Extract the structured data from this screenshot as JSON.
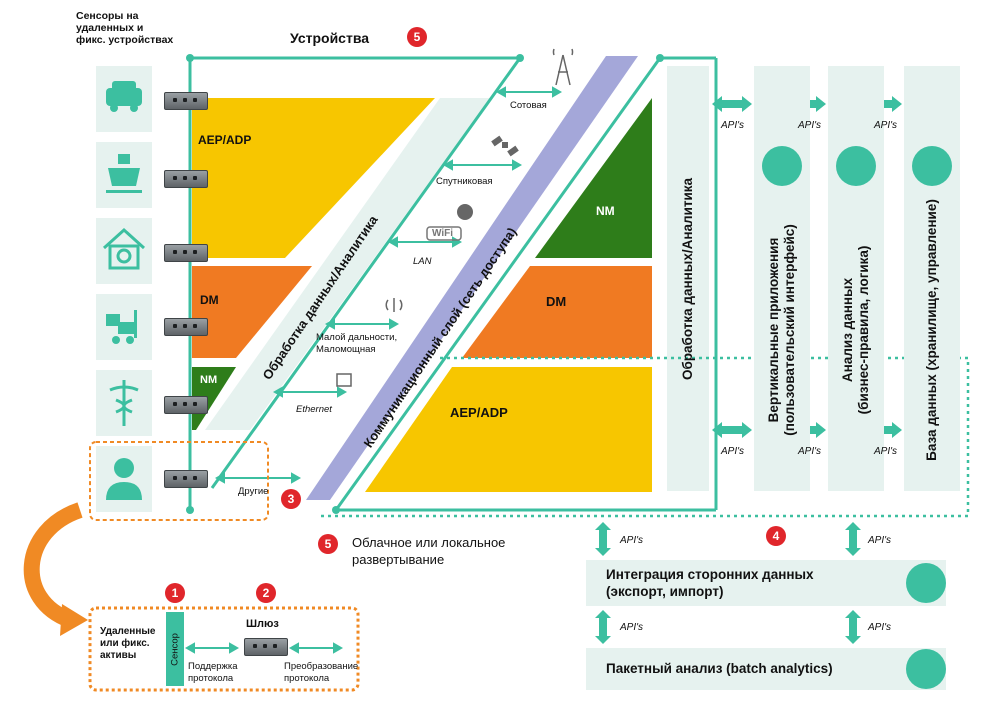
{
  "header": {
    "sensors_title": "Сенсоры на\nудаленных и\nфикс. устройствах",
    "devices_title": "Устройства",
    "devices_badge": "5"
  },
  "device_icons": [
    "car-icon",
    "ship-icon",
    "home-gear-icon",
    "forklift-icon",
    "medical-caduceus-icon",
    "person-icon"
  ],
  "edge": {
    "aep_label": "AEP/ADP",
    "dm_label": "DM",
    "nm_label": "NM",
    "processing_label": "Обработка данных/Аналитика"
  },
  "comm": {
    "layer_label": "Коммуникационный слой (сеть доступа)",
    "cellular": "Сотовая",
    "satellite": "Спутниковая",
    "wifi": "WiFi",
    "lan": "LAN",
    "low_range": "Малой дальности,\nМаломощная",
    "ethernet": "Ethernet",
    "other": "Другие",
    "other_badge": "3"
  },
  "cloud": {
    "nm_label": "NM",
    "dm_label": "DM",
    "aep_label": "AEP/ADP",
    "processing_label": "Обработка данных/Аналитика",
    "vertical_apps": "Вертикальные приложения\n(пользовательский интерфейс)",
    "analytics": "Анализ данных\n(бизнес-правила, логика)",
    "database": "База данных (хранилище, управление)",
    "api_label": "API's",
    "deploy_badge": "5",
    "deploy_text": "Облачное или локальное\nразвертывание",
    "cloud_badge": "4"
  },
  "integration": {
    "third_party": "Интеграция сторонних данных\n(экспорт, импорт)",
    "batch": "Пакетный анализ (batch analytics)"
  },
  "zoom": {
    "badge1": "1",
    "badge2": "2",
    "assets": "Удаленные\nили фикс.\nактивы",
    "sensor": "Сенсор",
    "gateway": "Шлюз",
    "protocol_support": "Поддержка\nпротокола",
    "protocol_conversion": "Преобразование\nпротокола"
  },
  "colors": {
    "teal": "#3cbfa0",
    "light_teal": "#e6f2ef",
    "yellow": "#f7c600",
    "orange": "#f07a22",
    "green": "#2e7d1a",
    "purple": "#a4a7d9",
    "red_badge": "#e0262b",
    "arrow_orange": "#f08a24"
  }
}
